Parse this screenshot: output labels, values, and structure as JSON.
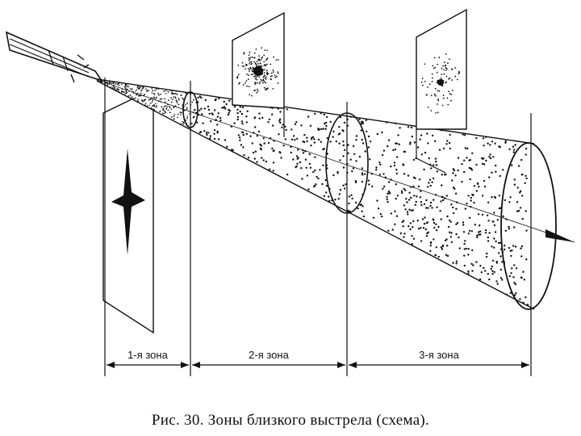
{
  "zones": [
    {
      "label": "1-я зона"
    },
    {
      "label": "2-я зона"
    },
    {
      "label": "3-я зона"
    }
  ],
  "caption": "Рис. 30. Зоны близкого выстрела (схема)."
}
